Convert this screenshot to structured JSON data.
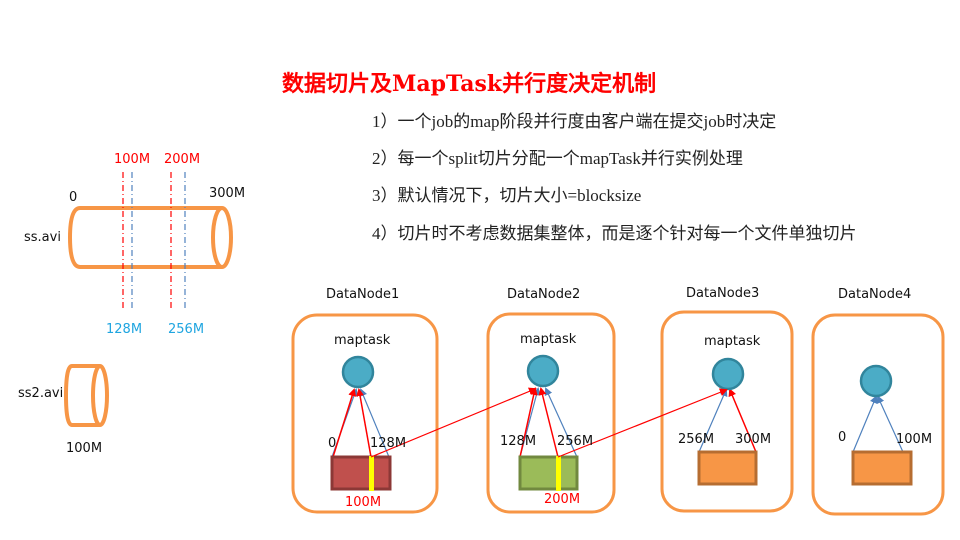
{
  "title": "数据切片及MapTask并行度决定机制",
  "points": [
    "1）一个job的map阶段并行度由客户端在提交job时决定",
    "2）每一个split切片分配一个mapTask并行实例处理",
    "3）默认情况下，切片大小=blocksize",
    "4）切片时不考虑数据集整体，而是逐个针对每一个文件单独切片"
  ],
  "files": {
    "ss_avi": {
      "name": "ss.avi",
      "start_label": "0",
      "end_label": "300M",
      "split_labels": [
        "100M",
        "200M"
      ],
      "block_labels": [
        "128M",
        "256M"
      ]
    },
    "ss2_avi": {
      "name": "ss2.avi",
      "size_label": "100M"
    }
  },
  "nodes": [
    {
      "name": "DataNode1",
      "task_label": "maptask",
      "left_label": "0",
      "right_label": "128M",
      "bottom_label": "100M",
      "block_color": "#c0504d",
      "block_border": "#8c3836",
      "has_split_marker": true
    },
    {
      "name": "DataNode2",
      "task_label": "maptask",
      "left_label": "128M",
      "right_label": "256M",
      "bottom_label": "200M",
      "block_color": "#9bbb59",
      "block_border": "#71893f",
      "has_split_marker": true
    },
    {
      "name": "DataNode3",
      "task_label": "maptask",
      "left_label": "256M",
      "right_label": "300M",
      "bottom_label": "",
      "block_color": "#f79646",
      "block_border": "#b66d31",
      "has_split_marker": false
    },
    {
      "name": "DataNode4",
      "task_label": "",
      "left_label": "0",
      "right_label": "100M",
      "bottom_label": "",
      "block_color": "#f79646",
      "block_border": "#b66d31",
      "has_split_marker": false
    }
  ],
  "colors": {
    "title": "#ff0000",
    "orange": "#f79646",
    "split_line": "#ff0000",
    "block_line": "#4f81bd",
    "maptask_fill": "#4bacc6",
    "maptask_border": "#31859c",
    "split_marker": "#ffff00",
    "block_label": "#1fa5e0"
  }
}
